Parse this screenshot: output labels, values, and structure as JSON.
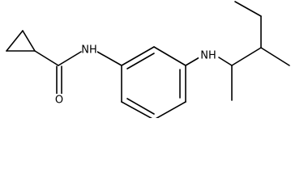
{
  "molecule": {
    "atoms": {
      "amide_nh": "NH",
      "amine_nh": "NH",
      "carbonyl_o": "O"
    }
  }
}
